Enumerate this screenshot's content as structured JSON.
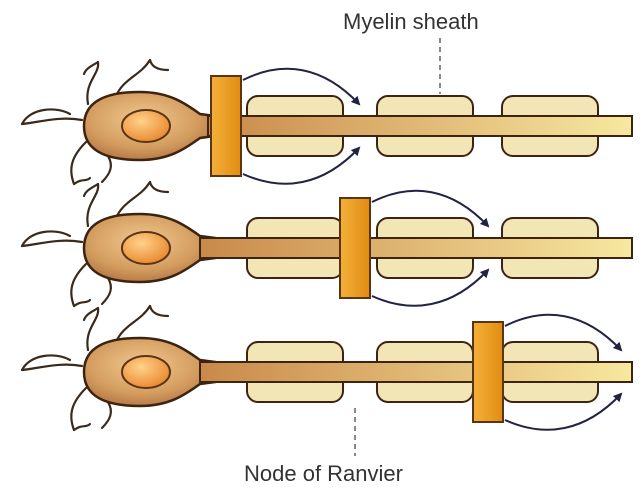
{
  "labels": {
    "myelin": "Myelin sheath",
    "node": "Node of Ranvier"
  },
  "colors": {
    "background": "#ffffff",
    "body_fill": "#d19a5e",
    "body_stroke": "#3c2312",
    "nucleus_fill": "#f0a040",
    "nucleus_stroke": "#5a3515",
    "axon_fill": "#d4a15a",
    "axon_stroke": "#3c2312",
    "myelin_fill": "#f3e6b6",
    "myelin_stroke": "#3c2312",
    "impulse_fill": "#f0a11f",
    "impulse_stroke": "#5a3515",
    "arrow": "#222244",
    "dendrite": "#3a2a1c",
    "leader_line": "#888888",
    "label_text": "#333333"
  },
  "neurons": [
    {
      "name": "neuron-1",
      "impulse_position": "first node (axon hillock)"
    },
    {
      "name": "neuron-2",
      "impulse_position": "second node"
    },
    {
      "name": "neuron-3",
      "impulse_position": "third node"
    }
  ]
}
